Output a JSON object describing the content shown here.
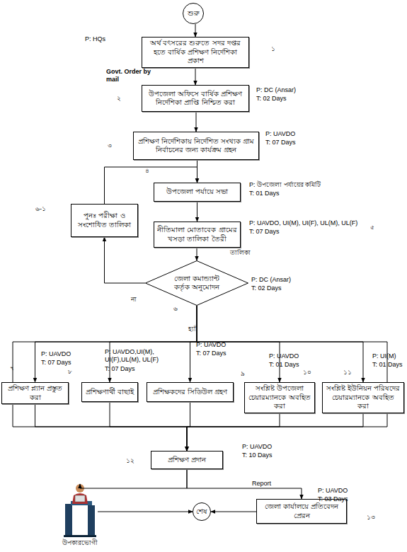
{
  "diagram": {
    "nodes": [
      {
        "text": [
          "শুরু"
        ]
      },
      {
        "text": [
          "অর্থ বৎসরের শুরুতে সদর দপ্তর হতে বার্ষিক প্রশিক্ষণ নির্দেশিকা প্রকাশ"
        ]
      },
      {
        "text": [
          "উপজেলা অফিসে বার্ষিক প্রশিক্ষণ নির্দেশিকা প্রাপ্তি নিশ্চিত করা"
        ]
      },
      {
        "text": [
          "প্রশিক্ষণ নির্দেশিকায় নির্দেশিত সংখ্যক গ্রাম নির্বাচনের জন্য কার্যক্রম গ্রহন"
        ]
      },
      {
        "text": [
          "উপজেলা পর্যায়ে সভা"
        ]
      },
      {
        "text": [
          "পুনঃ পরীক্ষা ও সংশোধিত তালিকা"
        ]
      },
      {
        "text": [
          "নীতিমালা মোতাবেক গ্রামের খসড়া তালিকা তৈরী"
        ]
      },
      {
        "text": [
          "জেলা কমান্ড্যান্ট কর্তৃক অনুমোদন"
        ]
      },
      {
        "text": [
          "প্রশিক্ষণ প্ল্যান প্রস্তুত করা"
        ]
      },
      {
        "text": [
          "প্রশিক্ষণার্থী বাছাই"
        ]
      },
      {
        "text": [
          "প্রশিক্ষকদের সিডিউল গ্রহণ"
        ]
      },
      {
        "text": [
          "সংশ্লিষ্ট উপজেলা চেয়ারম্যানকে অবহিত করা"
        ]
      },
      {
        "text": [
          "সংশ্লিষ্ট ইউনিয়ন পরিষদের চেয়ারম্যানকে অবহিত করা"
        ]
      },
      {
        "text": [
          "প্রশিক্ষণ প্রদান"
        ]
      },
      {
        "text": [
          "উপকারভোগী"
        ]
      },
      {
        "text": [
          "শেষ"
        ]
      },
      {
        "text": [
          "জেলা কার্যালয়ে প্রতিবেদন প্রেরন"
        ]
      }
    ],
    "edges": [
      {
        "from": 0,
        "to": 1,
        "arrow": "to"
      },
      {
        "from": 1,
        "to": 2,
        "arrow": "to",
        "label": "Govt. Order by mail"
      },
      {
        "from": 2,
        "to": 3,
        "arrow": "to"
      },
      {
        "from": 3,
        "to": 4,
        "arrow": "to"
      },
      {
        "from": 4,
        "to": 6,
        "arrow": "to"
      },
      {
        "from": 6,
        "to": 7,
        "arrow": "to",
        "label": "তালিকা"
      },
      {
        "from": 7,
        "to": 5,
        "arrow": "to",
        "label": "না"
      },
      {
        "from": 5,
        "to": 4,
        "arrow": "to"
      },
      {
        "from": 7,
        "to": 8,
        "arrow": "to"
      },
      {
        "from": 7,
        "to": 9,
        "arrow": "to"
      },
      {
        "from": 7,
        "to": 10,
        "arrow": "to",
        "label": "হ্যাঁ"
      },
      {
        "from": 7,
        "to": 11,
        "arrow": "to"
      },
      {
        "from": 7,
        "to": 12,
        "arrow": "to"
      },
      {
        "from": 8,
        "to": 13,
        "arrow": "to"
      },
      {
        "from": 9,
        "to": 13,
        "arrow": "to"
      },
      {
        "from": 10,
        "to": 13,
        "arrow": "to"
      },
      {
        "from": 11,
        "to": 13,
        "arrow": "to"
      },
      {
        "from": 12,
        "to": 13,
        "arrow": "to"
      },
      {
        "from": 13,
        "to": 14,
        "arrow": "to"
      },
      {
        "from": 13,
        "to": 16,
        "arrow": "to",
        "label": "Report"
      },
      {
        "from": 14,
        "to": 15,
        "arrow": "to"
      },
      {
        "from": 16,
        "to": 15,
        "arrow": "to"
      }
    ],
    "labels": [
      "P: HQs",
      "১",
      "২",
      "P: DC (Ansar)",
      "T: 02 Days",
      "৩",
      "P: UAVDO",
      "T: 07 Days",
      "৪",
      "P: উপজেলা পর্যায়ের কমিটি",
      "T: 01 Days",
      "৬-১",
      "P: UAVDO, UI(M), UI(F), UL(M), UL(F)",
      "T: 07 Days",
      "৫",
      "P: DC (Ansar)",
      "T: 02 Days",
      "৬",
      "P: UAVDO",
      "T: 07 Days",
      "৭",
      "P: UAVDO,UI(M), UI(F),UL(M), UL(F)",
      "T: 07 Days",
      "৮",
      "P: UAVDO",
      "T: 07 Days",
      "৯",
      "P: UAVDO",
      "T: 01 Days",
      "১০",
      "P: UI(M)",
      "T: 01 Days",
      "১১",
      "P: UAVDO",
      "T: 10 Days",
      "১২",
      "P: UAVDO",
      "T: 03 Days",
      "১৩"
    ]
  }
}
